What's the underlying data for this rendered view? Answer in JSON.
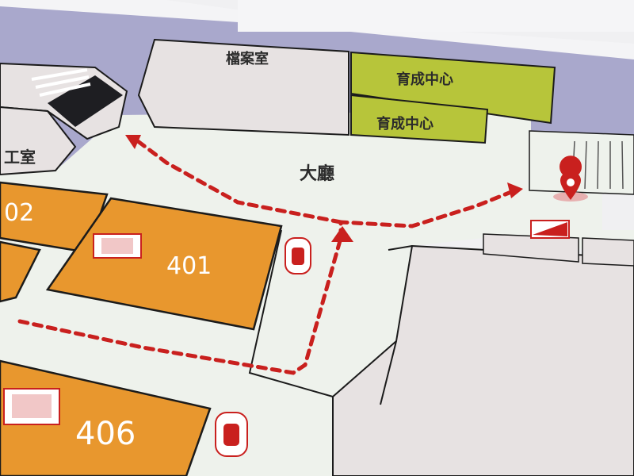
{
  "rooms": {
    "archive": {
      "label": "檔案室"
    },
    "nurture_center_1": {
      "label": "育成中心",
      "color": "#b7c53a"
    },
    "nurture_center_2": {
      "label": "育成中心",
      "color": "#b7c53a"
    },
    "lobby": {
      "label": "大廳"
    },
    "workroom": {
      "label": "工室"
    },
    "room_401": {
      "label": "401",
      "color": "#e8972e"
    },
    "room_402": {
      "label": "02",
      "color": "#e8972e"
    },
    "room_406": {
      "label": "406",
      "color": "#e8972e"
    }
  },
  "colors": {
    "corridor": "#eef2ec",
    "outer_area": "#a9a8cc",
    "room_neutral": "#e7e2e2",
    "route": "#c9201e",
    "wall": "#1b1b1b"
  },
  "icons": {
    "fire_extinguisher": "fire-extinguisher-icon",
    "you_are_here": "location-pin-icon",
    "stairs": "stairs-icon",
    "elevator": "elevator-icon",
    "exit": "emergency-exit-icon",
    "route_arrow": "route-arrow-icon"
  }
}
